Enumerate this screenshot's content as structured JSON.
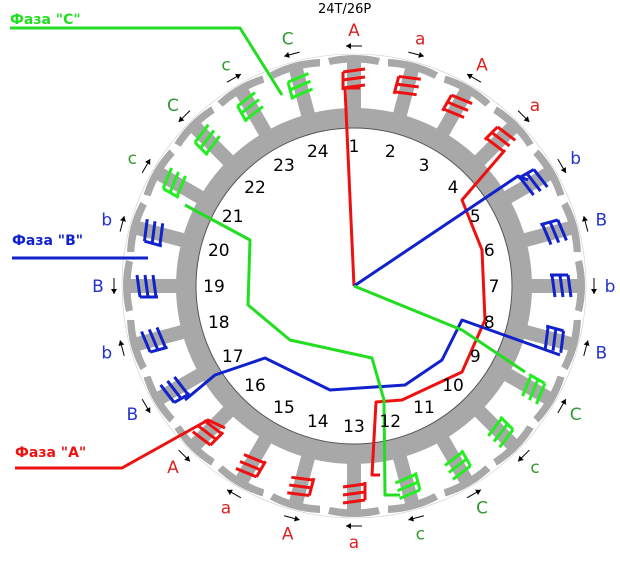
{
  "title": "24T/26P",
  "phases": [
    {
      "label": "Фаза \"C\"",
      "color": "#22dd22"
    },
    {
      "label": "Фаза \"B\"",
      "color": "#1122cc"
    },
    {
      "label": "Фаза \"A\"",
      "color": "#ee1111"
    }
  ],
  "teeth": [
    "1",
    "2",
    "3",
    "4",
    "5",
    "6",
    "7",
    "8",
    "9",
    "10",
    "11",
    "12",
    "13",
    "14",
    "15",
    "16",
    "17",
    "18",
    "19",
    "20",
    "21",
    "22",
    "23",
    "24"
  ],
  "winding_labels": [
    "A",
    "a",
    "A",
    "a",
    "b",
    "B",
    "b",
    "B",
    "C",
    "c",
    "C",
    "c",
    "a",
    "A",
    "a",
    "A",
    "B",
    "b",
    "B",
    "b",
    "c",
    "C",
    "c",
    "C"
  ],
  "label_colors": {
    "A": "#dd2222",
    "B": "#2233cc",
    "C": "#339933"
  },
  "coil_colors": {
    "A": "#ee1111",
    "B": "#1122cc",
    "C": "#22ee22"
  }
}
